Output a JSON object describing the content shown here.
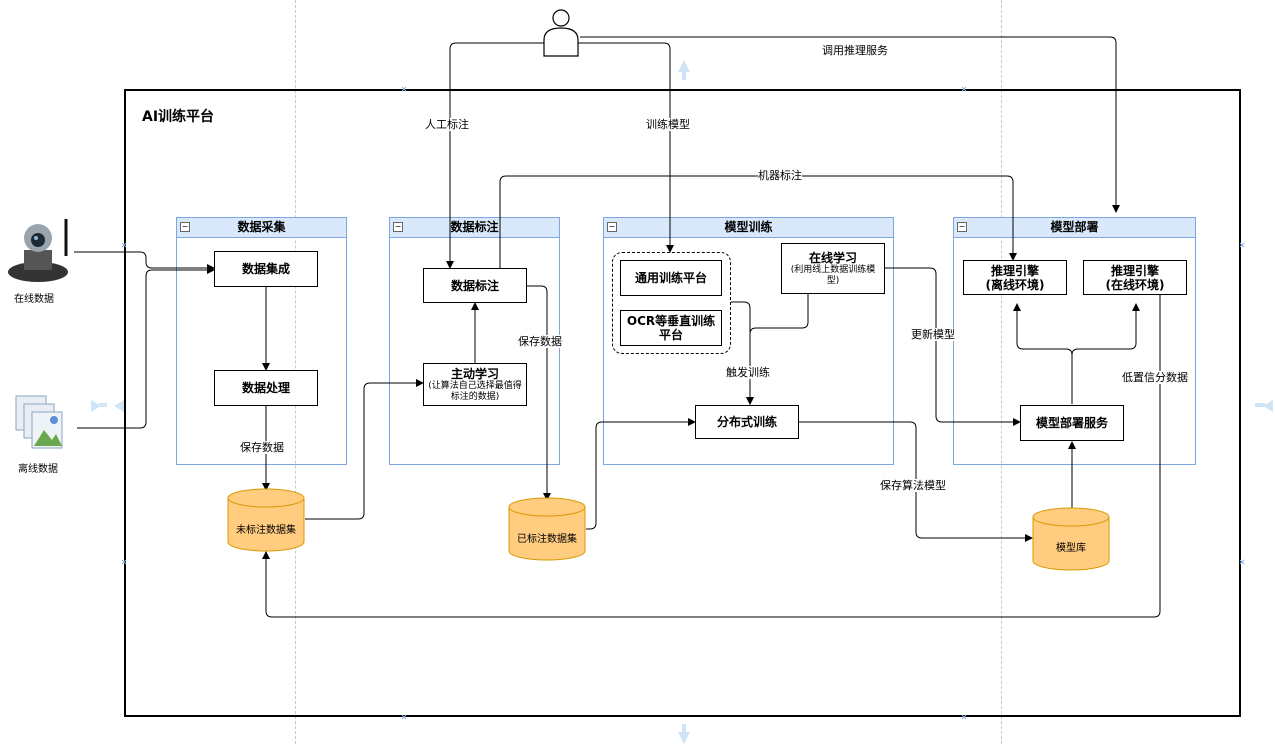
{
  "platform": {
    "title": "AI训练平台"
  },
  "sources": {
    "online": "在线数据",
    "offline": "离线数据"
  },
  "groups": {
    "collect": {
      "title": "数据采集",
      "integrate": "数据集成",
      "process": "数据处理"
    },
    "label": {
      "title": "数据标注",
      "annotate": "数据标注",
      "active_title": "主动学习",
      "active_sub": "(让算法自己选择最值得标注的数据)"
    },
    "train": {
      "title": "模型训练",
      "general": "通用训练平台",
      "ocr": "OCR等垂直训练平台",
      "online_title": "在线学习",
      "online_sub": "(利用线上数据训练模型)",
      "distributed": "分布式训练"
    },
    "deploy": {
      "title": "模型部署",
      "offline_engine": "推理引擎\n(离线环境)",
      "online_engine": "推理引擎\n(在线环境)",
      "service": "模型部署服务"
    }
  },
  "stores": {
    "unlabeled": "未标注数据集",
    "labeled": "已标注数据集",
    "models": "模型库"
  },
  "edge_labels": {
    "invoke": "调用推理服务",
    "manual": "人工标注",
    "train_model": "训练模型",
    "machine": "机器标注",
    "save1": "保存数据",
    "save2": "保存数据",
    "trigger": "触发训练",
    "update": "更新模型",
    "low_conf": "低置信分数据",
    "save_model": "保存算法模型"
  },
  "colors": {
    "group_border": "#7ea6e0",
    "group_head": "#dae8fc",
    "db_fill": "#ffcc80",
    "db_stroke": "#d79b00",
    "guide": "#c9c9c9",
    "handle": "#cfe4f7"
  }
}
